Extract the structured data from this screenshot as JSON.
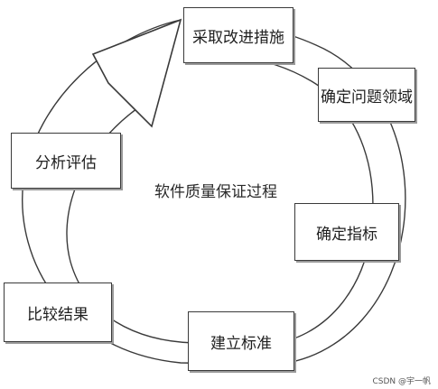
{
  "diagram": {
    "center_title": "软件质量保证过程",
    "steps": [
      {
        "label": "采取改进措施"
      },
      {
        "label": "确定问题领域"
      },
      {
        "label": "确定指标"
      },
      {
        "label": "建立标准"
      },
      {
        "label": "比较结果"
      },
      {
        "label": "分析评估"
      }
    ],
    "watermark": "CSDN @宇一帆"
  },
  "colors": {
    "line": "#3a3a3a",
    "shadow": "#9a9a9a",
    "background": "#ffffff"
  }
}
